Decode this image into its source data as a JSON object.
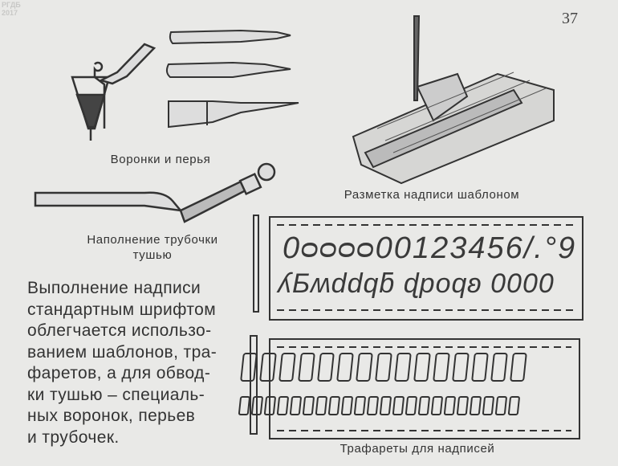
{
  "watermark": {
    "line1": "РГДБ",
    "line2": "2017"
  },
  "page_number": "37",
  "captions": {
    "funnels_pens": "Воронки и перья",
    "template_marking": "Разметка надписи шаблоном",
    "filling_tube_1": "Наполнение трубочки",
    "filling_tube_2": "тушью",
    "stencils": "Трафареты для надписей"
  },
  "body_text": "Выполнение надписи\nстандартным шрифтом\nоблегчается использо-\nванием шаблонов, тра-\nфаретов, а для обвод-\nки тушью – специаль-\nных воронок, перьев\nи трубочек.",
  "template_glyphs": {
    "row1": "0ᴑᴑᴑᴑ00123456/.°9",
    "row2": "ʎƂʍddqƃ ɖpoqʚ 0000"
  }
}
